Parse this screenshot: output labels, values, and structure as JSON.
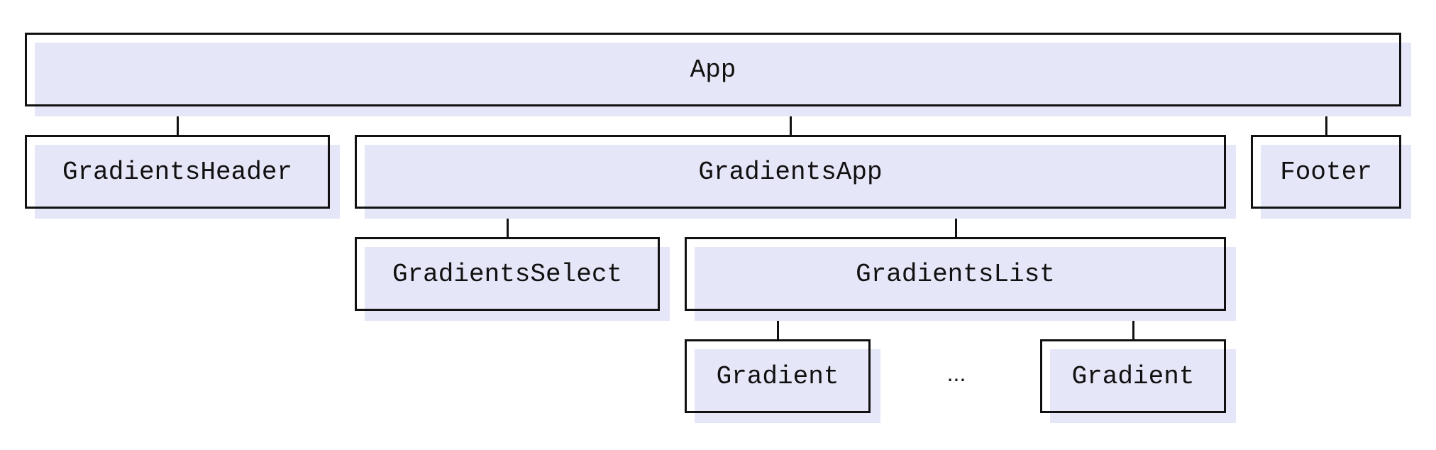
{
  "diagram": {
    "nodes": {
      "app": "App",
      "gradients_header": "GradientsHeader",
      "gradients_app": "GradientsApp",
      "footer": "Footer",
      "gradients_select": "GradientsSelect",
      "gradients_list": "GradientsList",
      "gradient_first": "Gradient",
      "gradient_last": "Gradient"
    },
    "ellipsis": "...",
    "edges": [
      [
        "App",
        "GradientsHeader"
      ],
      [
        "App",
        "GradientsApp"
      ],
      [
        "App",
        "Footer"
      ],
      [
        "GradientsApp",
        "GradientsSelect"
      ],
      [
        "GradientsApp",
        "GradientsList"
      ],
      [
        "GradientsList",
        "Gradient"
      ],
      [
        "GradientsList",
        "Gradient"
      ]
    ],
    "colors": {
      "node_fill": "#e6e6f9",
      "node_border": "#111111",
      "background": "#ffffff"
    }
  }
}
